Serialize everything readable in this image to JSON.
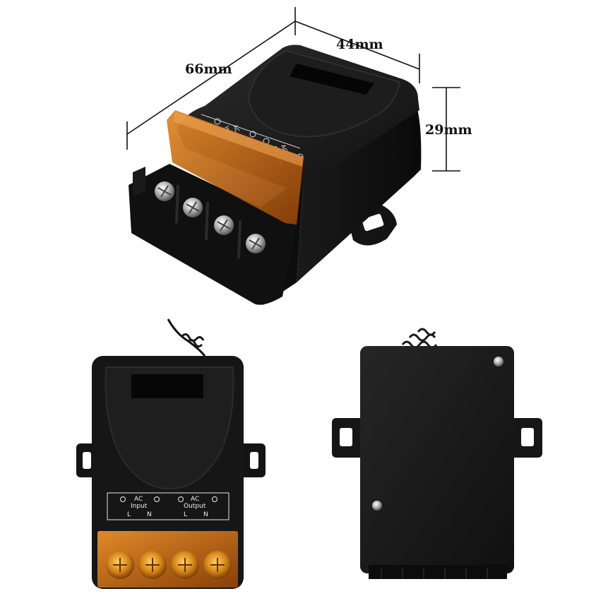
{
  "dimensions": {
    "length": "66mm",
    "width": "44mm",
    "height": "29mm"
  },
  "terminal_labels": {
    "ac": "AC",
    "input": "Input",
    "output": "Output",
    "live": "L",
    "neutral": "N"
  },
  "colors": {
    "housing": "#151515",
    "cover": "#c86a12",
    "background": "#ffffff"
  }
}
